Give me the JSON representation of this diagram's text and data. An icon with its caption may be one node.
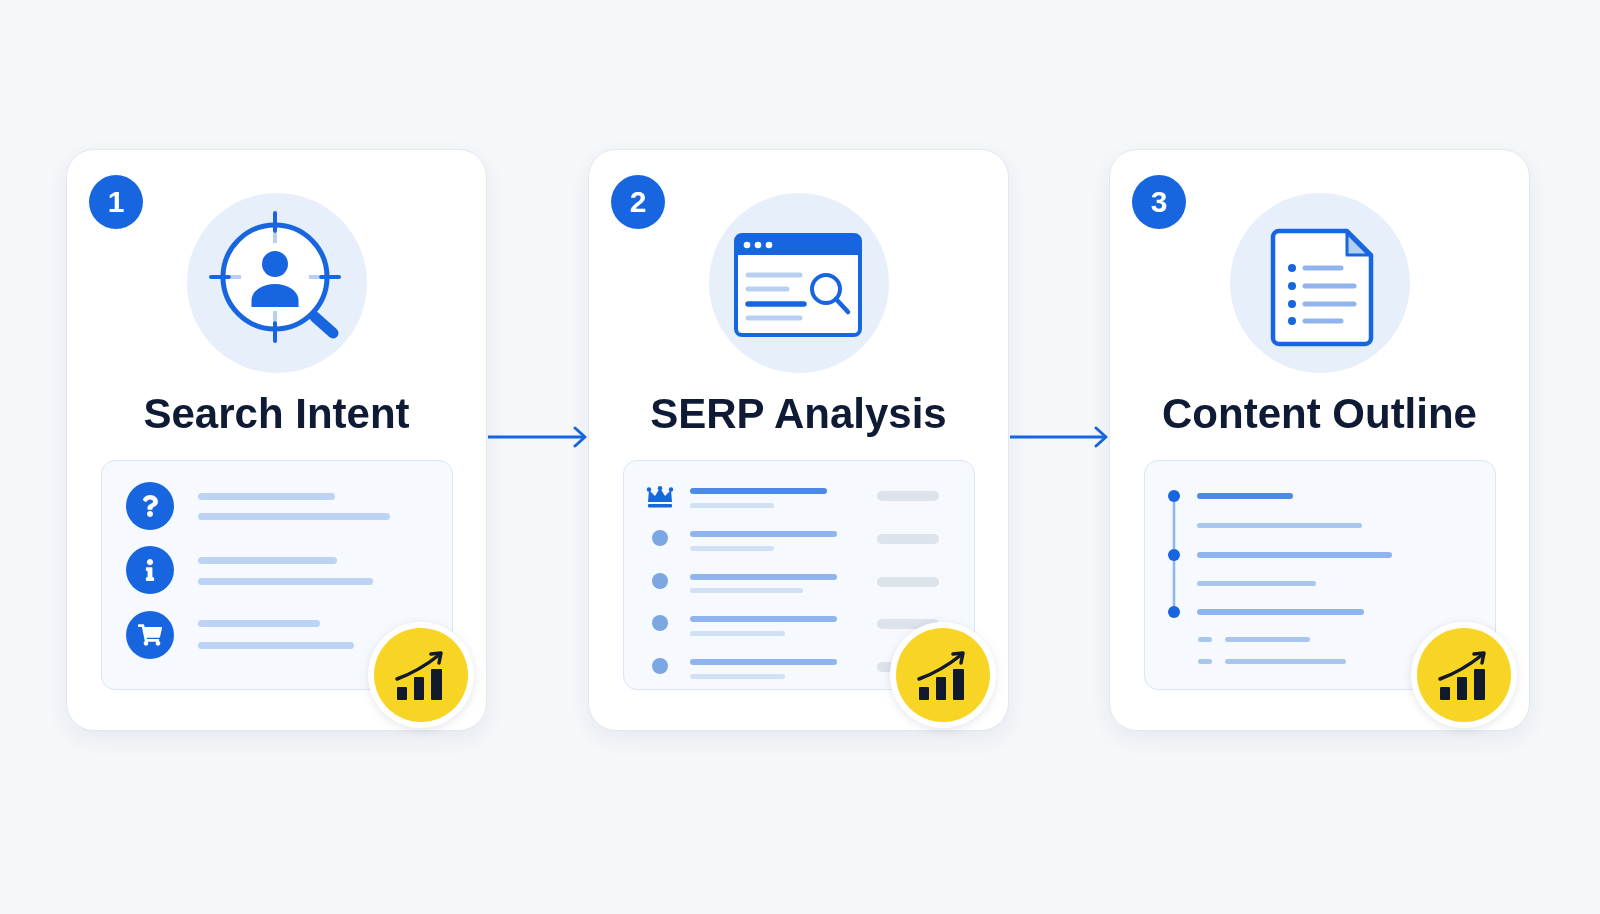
{
  "diagram": {
    "nodes": [
      {
        "text": [
          "Search Intent"
        ]
      },
      {
        "text": [
          "1"
        ],
        "in": 0
      },
      {
        "text": [
          "SERP Analysis"
        ]
      },
      {
        "text": [
          "2"
        ],
        "in": 2
      },
      {
        "text": [
          "Content Outline"
        ]
      },
      {
        "text": [
          "3"
        ],
        "in": 4
      }
    ],
    "edges": [
      {
        "from": 0,
        "to": 2,
        "arrow": "to"
      },
      {
        "from": 2,
        "to": 4,
        "arrow": "to"
      }
    ]
  }
}
